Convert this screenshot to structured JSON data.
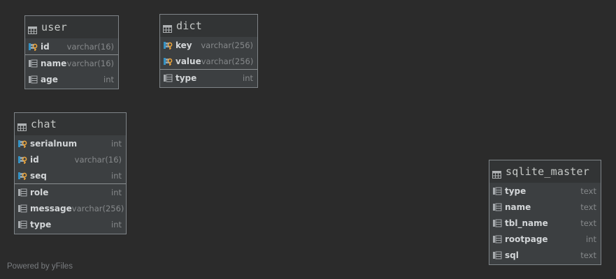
{
  "tables": {
    "user": {
      "title": "user",
      "pk": [
        {
          "name": "id",
          "type": "varchar(16)"
        }
      ],
      "cols": [
        {
          "name": "name",
          "type": "varchar(16)"
        },
        {
          "name": "age",
          "type": "int"
        }
      ]
    },
    "dict": {
      "title": "dict",
      "pk": [
        {
          "name": "key",
          "type": "varchar(256)"
        },
        {
          "name": "value",
          "type": "varchar(256)"
        }
      ],
      "cols": [
        {
          "name": "type",
          "type": "int"
        }
      ]
    },
    "chat": {
      "title": "chat",
      "pk": [
        {
          "name": "serialnum",
          "type": "int"
        },
        {
          "name": "id",
          "type": "varchar(16)"
        },
        {
          "name": "seq",
          "type": "int"
        }
      ],
      "cols": [
        {
          "name": "role",
          "type": "int"
        },
        {
          "name": "message",
          "type": "varchar(256)"
        },
        {
          "name": "type",
          "type": "int"
        }
      ]
    },
    "sqlite_master": {
      "title": "sqlite_master",
      "pk": [],
      "cols": [
        {
          "name": "type",
          "type": "text"
        },
        {
          "name": "name",
          "type": "text"
        },
        {
          "name": "tbl_name",
          "type": "text"
        },
        {
          "name": "rootpage",
          "type": "int"
        },
        {
          "name": "sql",
          "type": "text"
        }
      ]
    }
  },
  "footer": "Powered by yFiles",
  "icons": {
    "table": "table-icon",
    "primary_key_column": "key-column-icon",
    "column": "column-icon"
  },
  "colors": {
    "background": "#2b2b2b",
    "table_body": "#3c3f41",
    "key_gold": "#e8a33d",
    "column_blue": "#3592c4"
  }
}
